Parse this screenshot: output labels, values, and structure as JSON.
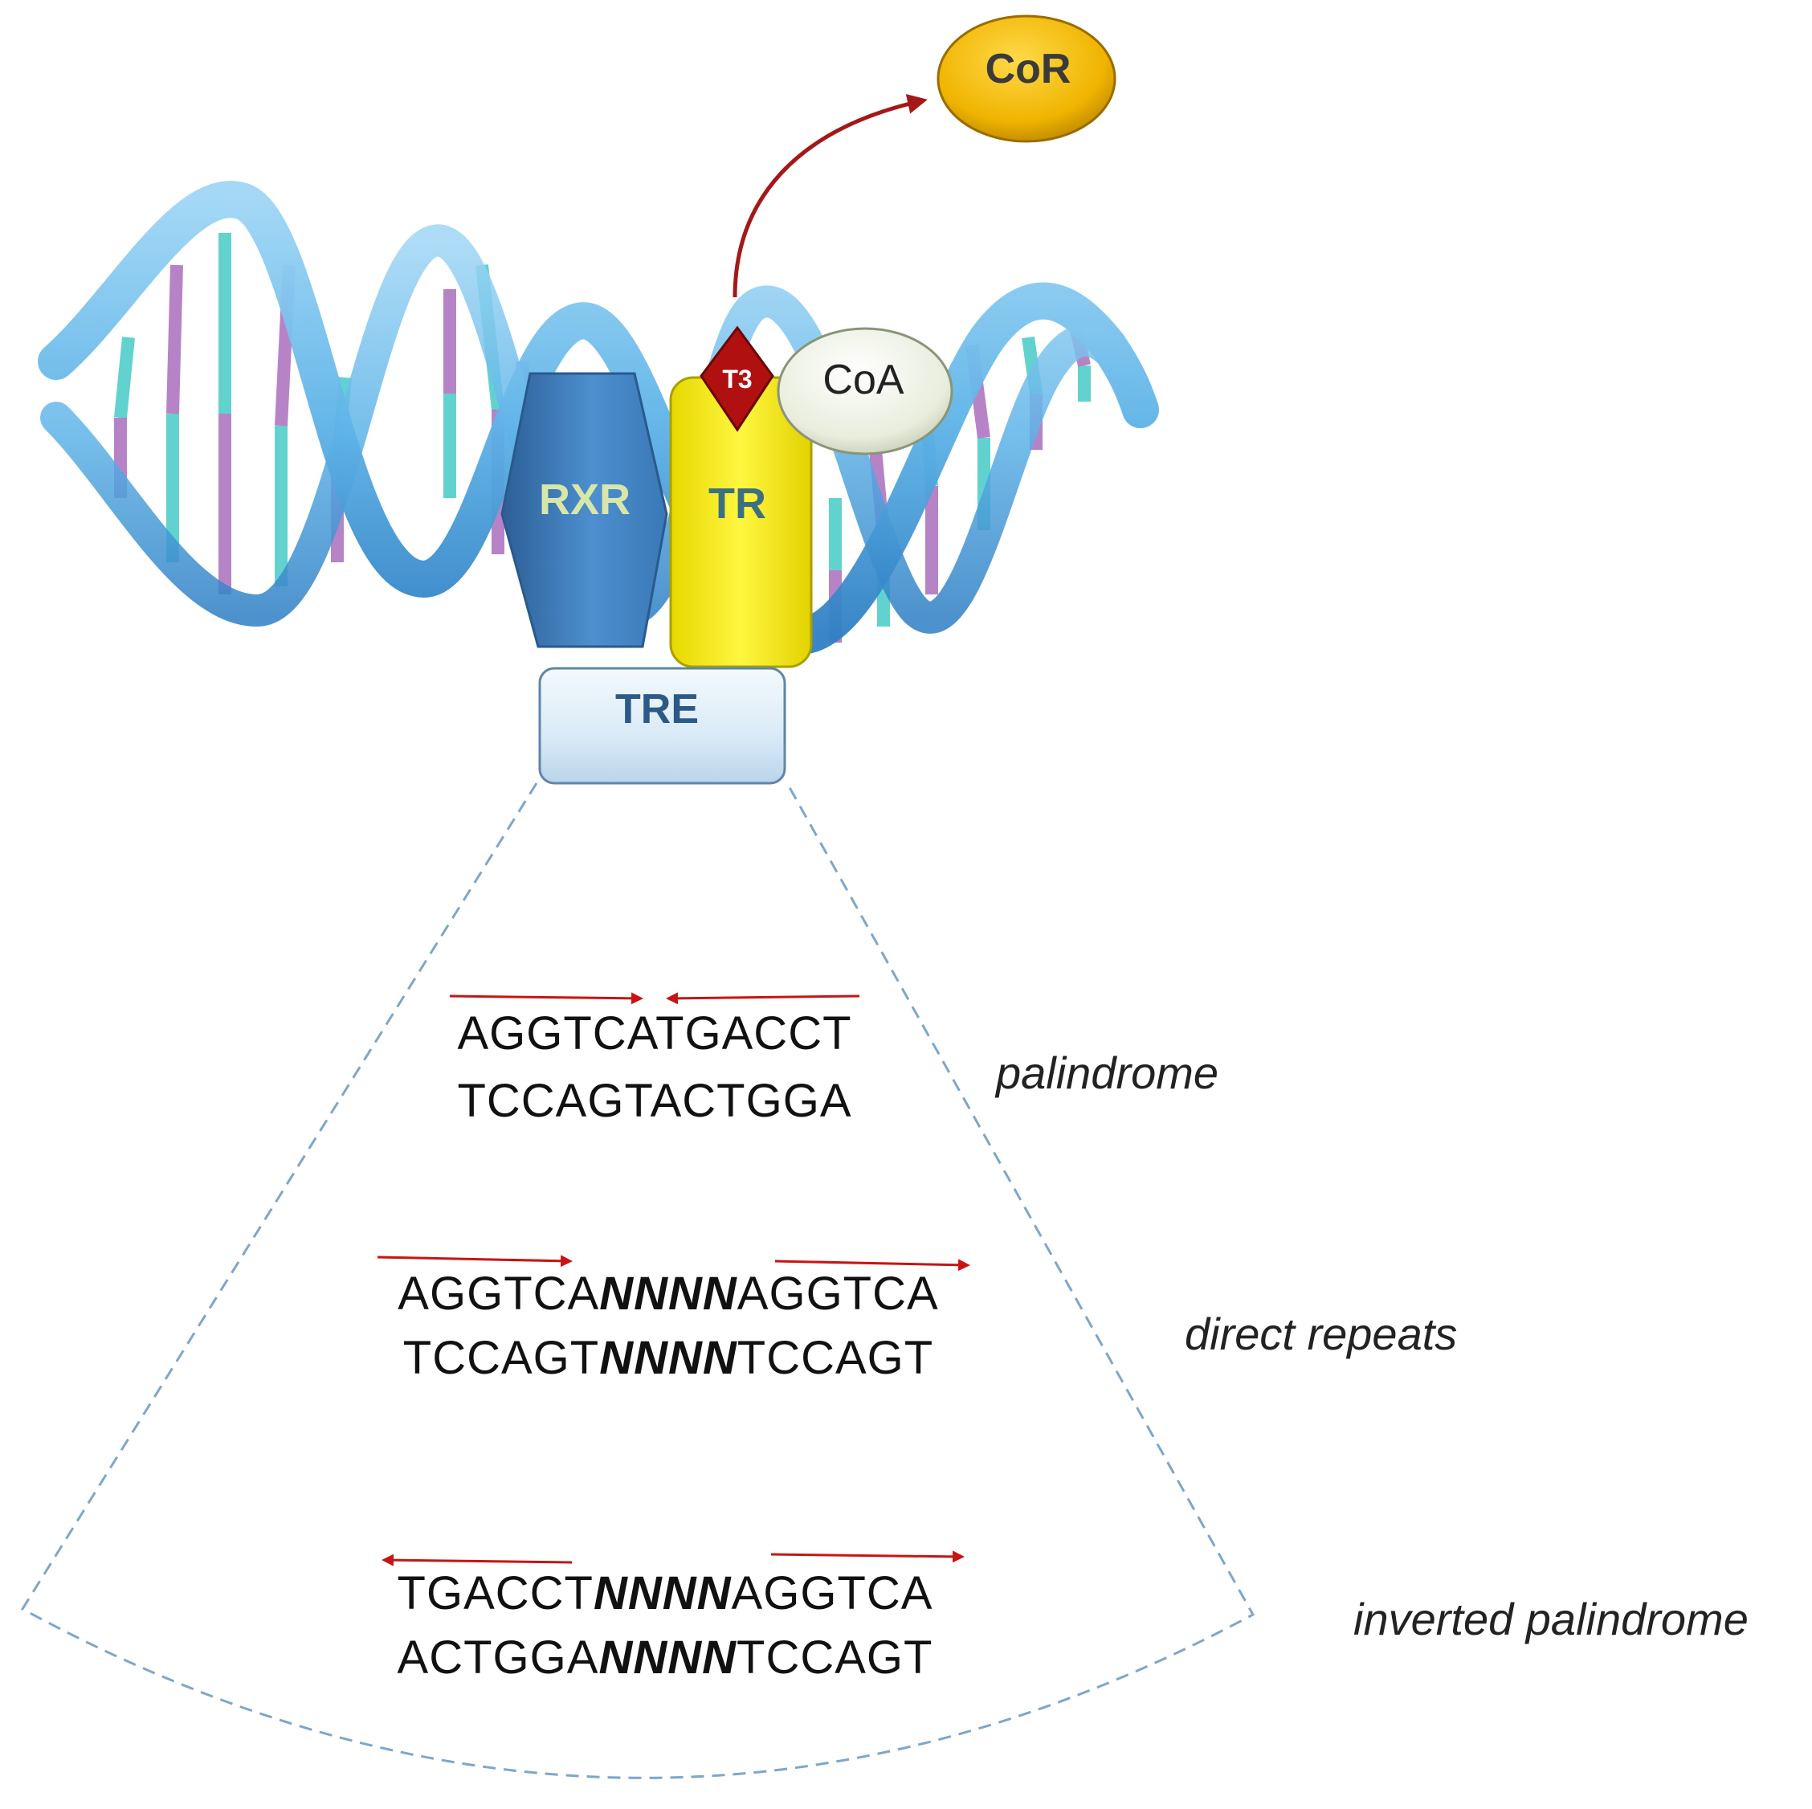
{
  "proteins": {
    "rxr": "RXR",
    "tr": "TR",
    "t3": "T3",
    "coa": "CoA",
    "cor": "CoR",
    "tre": "TRE"
  },
  "motifs": [
    {
      "label": "palindrome",
      "top": {
        "pre": "AGGTCATGACCT",
        "n": "",
        "post": ""
      },
      "bottom": {
        "pre": "TCCAGTACTGGA",
        "n": "",
        "post": ""
      }
    },
    {
      "label": "direct repeats",
      "top": {
        "pre": "AGGTCA",
        "n": "NNNN",
        "post": "AGGTCA"
      },
      "bottom": {
        "pre": "TCCAGT",
        "n": "NNNN",
        "post": "TCCAGT"
      }
    },
    {
      "label": "inverted palindrome",
      "top": {
        "pre": "TGACCT",
        "n": "NNNN",
        "post": "AGGTCA"
      },
      "bottom": {
        "pre": "ACTGGA",
        "n": "NNNN",
        "post": "TCCAGT"
      }
    }
  ],
  "colors": {
    "dna_backbone": "#5fb4e8",
    "dna_backbone_dark": "#2f7fc4",
    "base_teal": "#2ec4c0",
    "base_violet": "#a05ab5",
    "rxr": "#3f7fc0",
    "tr": "#f2e600",
    "t3": "#b01010",
    "coa": "#eef2e4",
    "cor": "#f0b800",
    "tre": "#dcecf8",
    "arrow": "#c81414",
    "cone": "#7fa6c8"
  }
}
